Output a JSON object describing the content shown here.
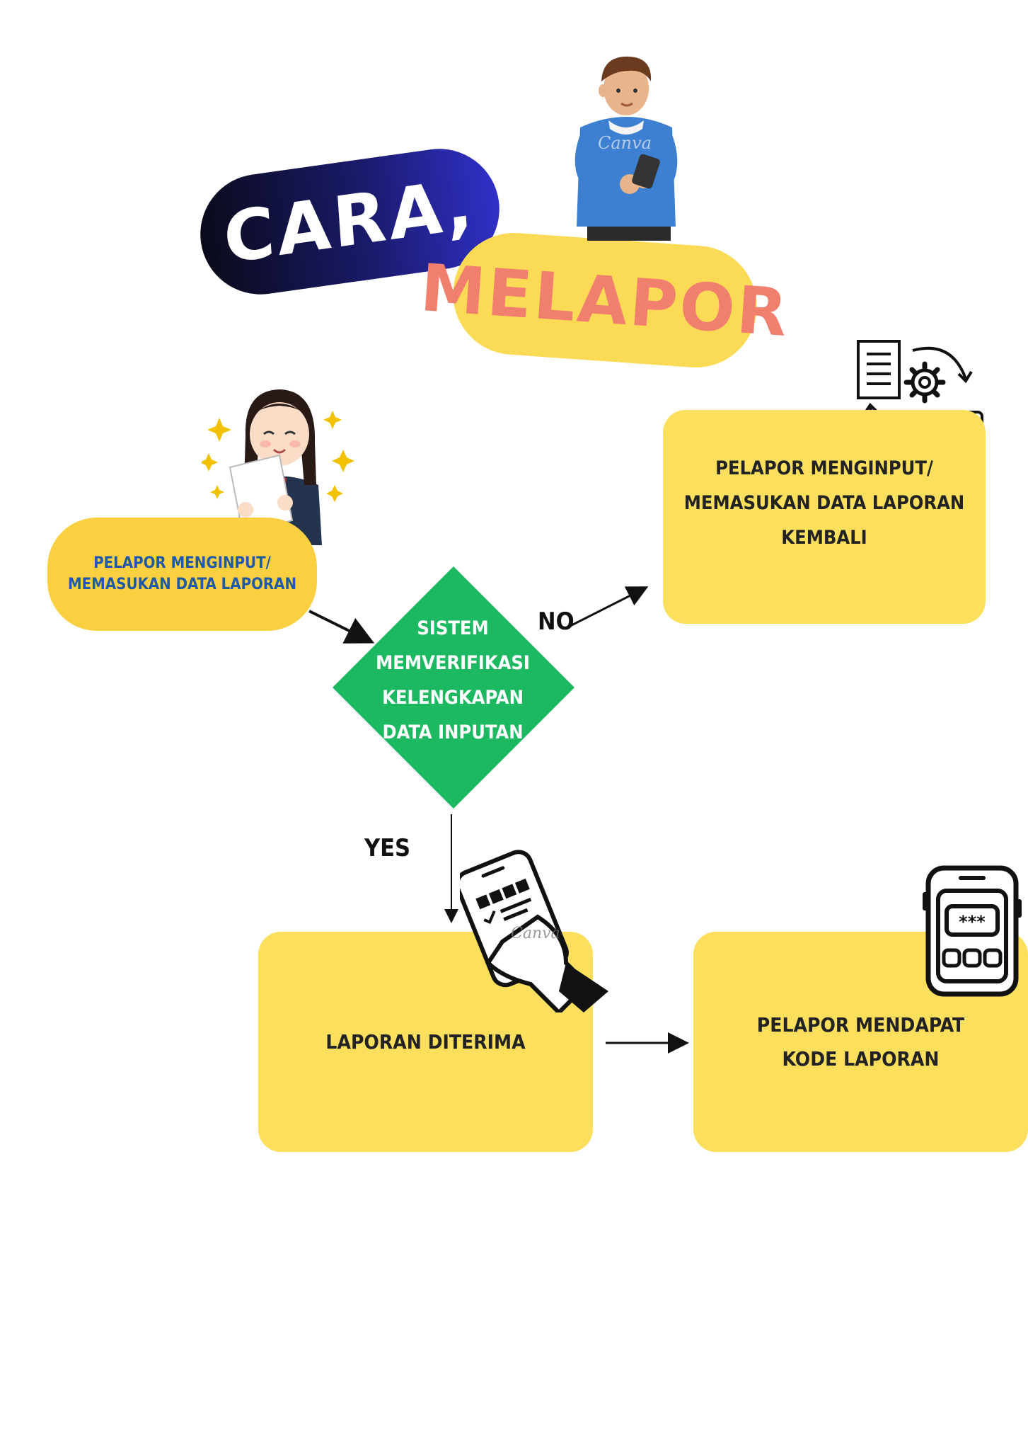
{
  "title": {
    "line1": "CARA,",
    "line2": "MELAPOR"
  },
  "colors": {
    "pill_dark": "#1a1a6a",
    "pill_yellow": "#fbdb55",
    "title_pink": "#f17f6e",
    "box_yellow": "#fbdf5d",
    "start_text_blue": "#1e5aa8",
    "diamond_green": "#1db862"
  },
  "flow": {
    "start": "PELAPOR MENGINPUT/ MEMASUKAN DATA LAPORAN",
    "decision": "SISTEM MEMVERIFIKASI KELENGKAPAN DATA INPUTAN",
    "no_label": "NO",
    "yes_label": "YES",
    "retry": "PELAPOR MENGINPUT/ MEMASUKAN DATA LAPORAN KEMBALI",
    "accepted": "LAPORAN DITERIMA",
    "code": "PELAPOR MENDAPAT KODE LAPORAN"
  },
  "watermarks": {
    "canva": "Canva"
  },
  "icons": [
    "man-with-phone-icon",
    "woman-reading-document-icon",
    "document-gear-server-icon",
    "hand-holding-phone-icon",
    "phone-password-icon"
  ]
}
